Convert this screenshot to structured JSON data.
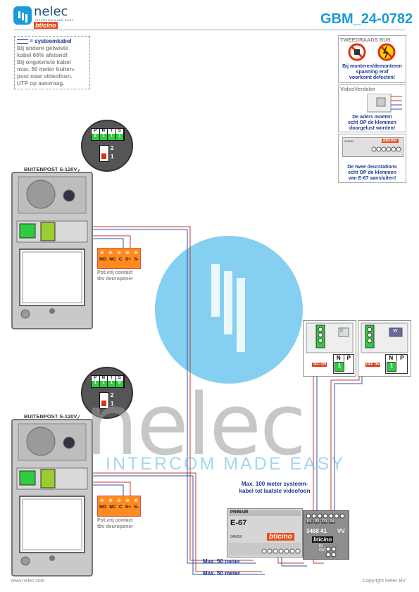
{
  "header": {
    "brand_name": "nelec",
    "brand_tagline": "INTERCOM MADE EASY",
    "brand_partner": "bticino",
    "doc_code": "GBM_24-0782"
  },
  "note": {
    "line1": "= systeemkabel",
    "line2": "Bij andere getwiste",
    "line3": "kabel 66% afstand!",
    "line4": "Bij ongetwiste kabel",
    "line5": "max. 50 meter buiten-",
    "line6": "post naar videofoon.",
    "line7": "UTP op aanvraag."
  },
  "warning_box": {
    "title": "TWEEDRAADS BUS",
    "text1": "Bij monteren/demonteren",
    "text2": "spanning eraf",
    "text3": "voorkomt defecten!"
  },
  "videoverdeler_box": {
    "title": "VideoVerdeler",
    "text1": "De aders moeten",
    "text2": "echt OP de klemmen",
    "text3": "doorgelust worden!"
  },
  "doorstation_box": {
    "text1": "De twee deurstations",
    "text2": "echt OP de klemmen",
    "text3": "van E-67 aansluiten!",
    "part": "346050",
    "brand": "bticino"
  },
  "buitenpost_1": {
    "title": "BUITENPOST S-120V",
    "terminals": [
      "P",
      "N",
      "T",
      "S"
    ],
    "values": [
      "2",
      "1",
      "1",
      "1"
    ],
    "switch": [
      "2",
      "1"
    ],
    "relay_pins": [
      "NO",
      "NC",
      "C",
      "S+",
      "S-"
    ],
    "relay_label1": "Pot.vrij contact",
    "relay_label2": "tbv deuropener"
  },
  "buitenpost_2": {
    "title": "BUITENPOST S-120V",
    "terminals": [
      "P",
      "N",
      "T",
      "S"
    ],
    "values": [
      "1",
      "1",
      "1",
      "0"
    ],
    "switch": [
      "2",
      "1"
    ],
    "relay_pins": [
      "NO",
      "NC",
      "C",
      "S+",
      "S-"
    ],
    "relay_label1": "Pot.vrij contact",
    "relay_label2": "tbv deuropener"
  },
  "videophone_1": {
    "terminals": [
      "N",
      "P"
    ],
    "value": "1",
    "switch": "OFF ON",
    "screen": "E"
  },
  "videophone_2": {
    "terminals": [
      "N",
      "P"
    ],
    "value": "1",
    "switch": "OFF ON",
    "screen": "W"
  },
  "e67": {
    "header": "PRIMAIR",
    "model": "E-67",
    "part": "346050",
    "brand": "bticino"
  },
  "vv": {
    "ports": [
      "P1",
      "P2",
      "P3",
      "P4"
    ],
    "model": "3468 41",
    "suffix": "VV",
    "brand": "bticino",
    "in_label": "IN",
    "out_label": "OUT"
  },
  "cable_note": {
    "line1": "Max. 100 meter systeem-",
    "line2": "kabel tot laatste videofoon"
  },
  "distances": [
    "Max. 50 meter",
    "Max. 50 meter"
  ],
  "footer": {
    "left": "www.nelec.com",
    "right": "Copyright Nelec BV"
  },
  "colors": {
    "brand_blue": "#1a9ad6",
    "dark_blue": "#1f3a93",
    "orange": "#ff8a1f",
    "wire_red": "#c0392b",
    "wire_blue": "#2c4fb3",
    "green": "#2ecc40"
  }
}
